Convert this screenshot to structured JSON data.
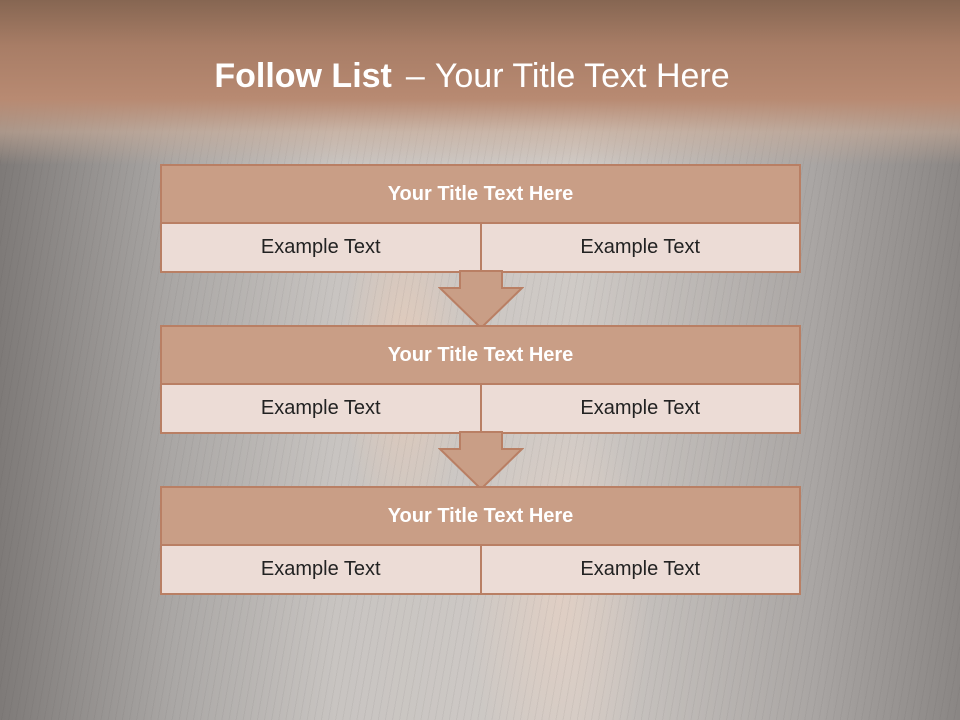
{
  "slide": {
    "title_bold": "Follow List",
    "title_separator": "–",
    "title_rest": "Your Title Text Here"
  },
  "blocks": [
    {
      "heading": "Your Title Text Here",
      "cells": [
        "Example Text",
        "Example Text"
      ]
    },
    {
      "heading": "Your Title Text Here",
      "cells": [
        "Example Text",
        "Example Text"
      ]
    },
    {
      "heading": "Your Title Text Here",
      "cells": [
        "Example Text",
        "Example Text"
      ]
    }
  ],
  "colors": {
    "header_band": "#b88a72",
    "block_heading_fill": "#c99e86",
    "block_row_fill": "#ecdcd6",
    "border": "#b97f64",
    "arrow_fill": "#c99e86"
  }
}
